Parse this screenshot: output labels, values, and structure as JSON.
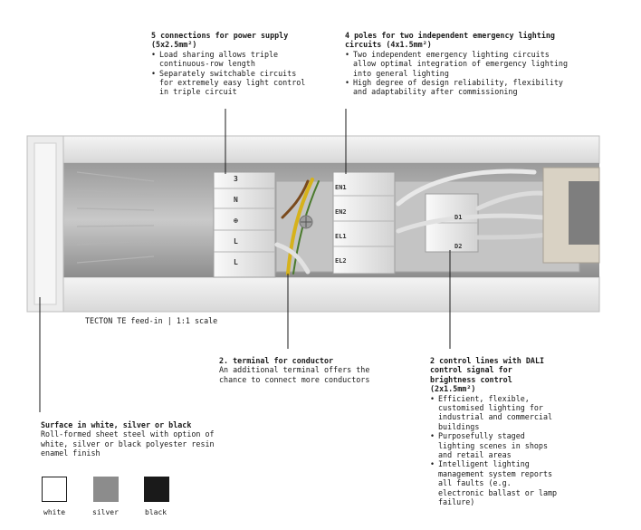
{
  "callouts": {
    "supply": {
      "title": "5 connections for power supply",
      "subtitle": "(5x2.5mm²)",
      "bullets": [
        "Load sharing allows triple continuous-row length",
        "Separately switchable circuits for extremely easy light control in triple circuit"
      ]
    },
    "emergency": {
      "title": "4 poles for two independent emergency lighting circuits (4x1.5mm²)",
      "bullets": [
        "Two independent emergency lighting circuits allow optimal integration of emergency lighting into general lighting",
        "High degree of design reliability, flexibility and adaptability after commissioning"
      ]
    },
    "terminal": {
      "title": "2. terminal for conductor",
      "text": "An additional terminal offers the chance to connect more conductors"
    },
    "dali": {
      "title": "2 control lines with DALI control signal for brightness control (2x1.5mm²)",
      "bullets": [
        "Efficient, flexible, customised lighting for industrial and commercial buildings",
        "Purposefully staged lighting scenes in shops and retail areas",
        "Intelligent lighting management system reports all faults (e.g. electronic ballast or lamp failure)"
      ]
    },
    "surface": {
      "title": "Surface in white, silver or black",
      "text": "Roll-formed sheet steel with option of white, silver or black polyester resin enamel finish"
    }
  },
  "caption": "TECTON TE feed-in | 1:1 scale",
  "terminal_labels": {
    "left": [
      "3",
      "N",
      "⊕",
      "L",
      "L"
    ],
    "mid": [
      "EN1",
      "EN2",
      "EL1",
      "EL2"
    ],
    "right": [
      "D1",
      "D2"
    ]
  },
  "swatches": [
    {
      "label": "white",
      "color": "#ffffff"
    },
    {
      "label": "silver",
      "color": "#8c8c8c"
    },
    {
      "label": "black",
      "color": "#1a1a1a"
    }
  ]
}
